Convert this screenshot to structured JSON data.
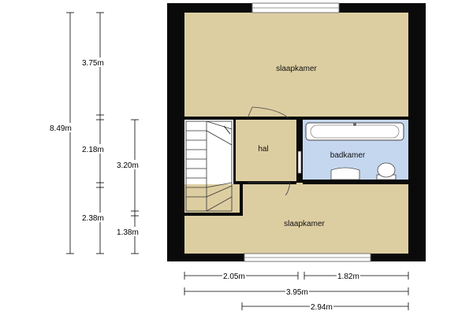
{
  "rooms": {
    "top": "slaapkamer",
    "hall": "hal",
    "bath": "badkamer",
    "bottom": "slaapkamer"
  },
  "dimensions": {
    "total_height": "8.49m",
    "top_segment": "3.75m",
    "middle_segment": "2.18m",
    "bottom_segment": "2.38m",
    "mid_span": "3.20m",
    "lower_small": "1.38m",
    "bottom_left_width": "2.05m",
    "bottom_right_width": "1.82m",
    "total_width": "3.95m",
    "partial_width": "2.94m"
  },
  "colors": {
    "wall": "#0a0a0a",
    "room_fill": "#ddcea2",
    "bath_fill": "#c5d7ef",
    "background": "#ffffff"
  }
}
